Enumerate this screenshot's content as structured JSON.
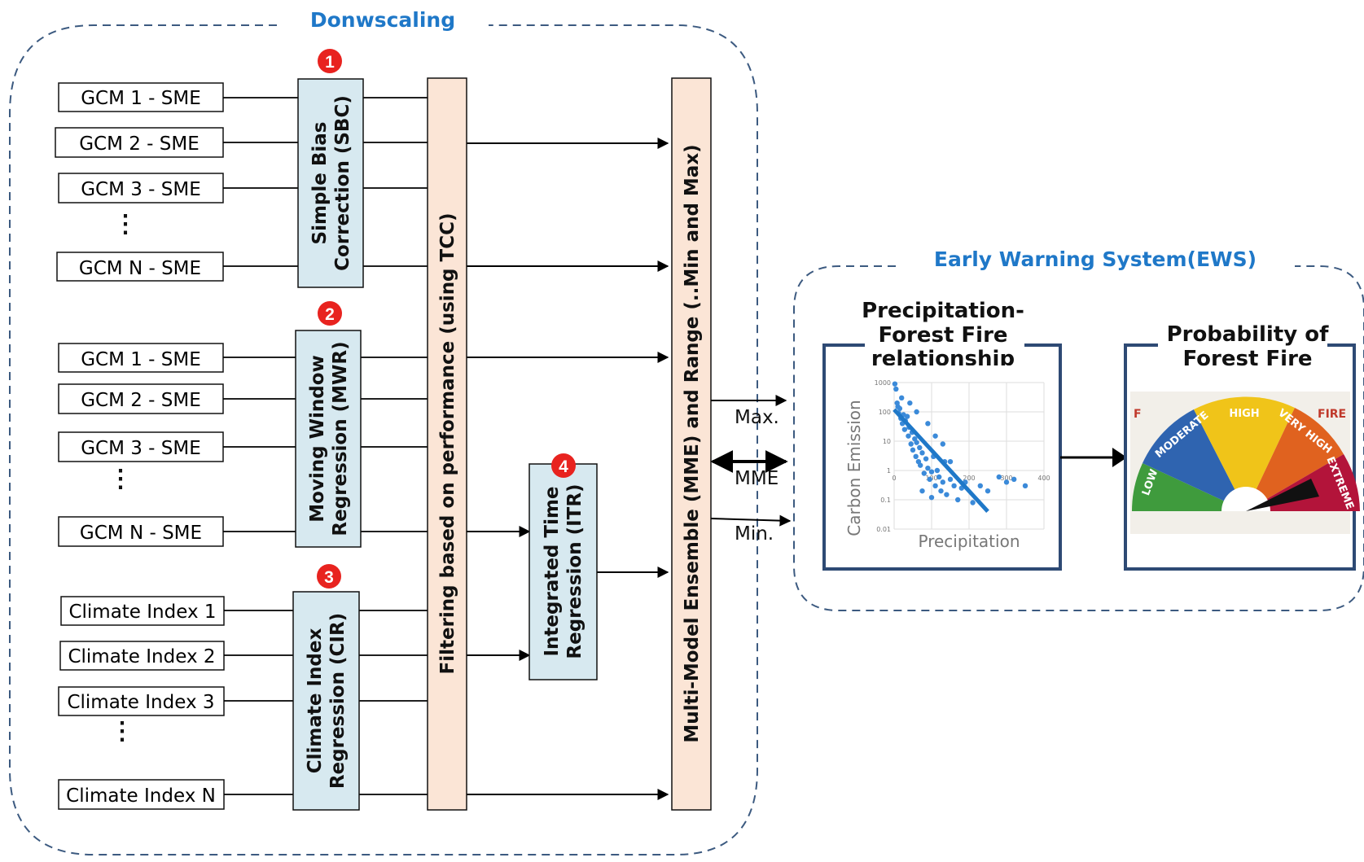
{
  "downscaling": {
    "title": "Donwscaling",
    "gcm_group_1": [
      "GCM 1 - SME",
      "GCM 2 - SME",
      "GCM 3 - SME",
      "GCM N - SME"
    ],
    "gcm_group_2": [
      "GCM 1 - SME",
      "GCM 2 - SME",
      "GCM 3 - SME",
      "GCM N - SME"
    ],
    "climate_indices": [
      "Climate Index 1",
      "Climate Index 2",
      "Climate Index 3",
      "Climate Index N"
    ],
    "methods": {
      "sbc": {
        "number": "1",
        "line1": "Simple Bias",
        "line2": "Correction (SBC)"
      },
      "mwr": {
        "number": "2",
        "line1": "Moving Window",
        "line2": "Regression (MWR)"
      },
      "cir": {
        "number": "3",
        "line1": "Climate Index",
        "line2": "Regression (CIR)"
      },
      "itr": {
        "number": "4",
        "line1": "Integrated Time",
        "line2": "Regression (ITR)"
      }
    },
    "filter_label": "Filtering based on performance (using TCC)",
    "ensemble_label": "Multi-Model Ensemble (MME) and Range (..Min and Max)",
    "outputs": {
      "max": "Max.",
      "mme": "MME",
      "min": "Min."
    }
  },
  "ews": {
    "title": "Early Warning System(EWS)",
    "scatter": {
      "title_lines": [
        "Precipitation-",
        "Forest Fire",
        "relationship"
      ],
      "ylabel": "Carbon Emission",
      "xlabel": "Precipitation",
      "yticks": [
        "1000",
        "100",
        "10",
        "1",
        "0.1",
        "0.01"
      ],
      "xticks": [
        "0",
        "100",
        "200",
        "300",
        "400"
      ]
    },
    "gauge": {
      "title_lines": [
        "Probability of",
        "Forest Fire"
      ],
      "levels": [
        "LOW",
        "MODERATE",
        "HIGH",
        "VERY HIGH",
        "EXTREME"
      ],
      "corner_left": "F",
      "corner_right": "FIRE"
    }
  },
  "colors": {
    "accent": "#1f78c8",
    "method_fill": "#d7e9f0",
    "bar_fill": "#fbe5d6",
    "number_badge": "#e8231f",
    "dash": "#3c5a80"
  },
  "chart_data": {
    "type": "scatter",
    "xlabel": "Precipitation",
    "ylabel": "Carbon Emission",
    "xlim": [
      0,
      400
    ],
    "ylim": [
      0.01,
      1000
    ],
    "yscale": "log",
    "points": [
      [
        2,
        900
      ],
      [
        5,
        600
      ],
      [
        8,
        200
      ],
      [
        10,
        150
      ],
      [
        12,
        90
      ],
      [
        15,
        130
      ],
      [
        18,
        60
      ],
      [
        20,
        300
      ],
      [
        22,
        40
      ],
      [
        25,
        80
      ],
      [
        28,
        25
      ],
      [
        30,
        50
      ],
      [
        35,
        70
      ],
      [
        38,
        15
      ],
      [
        40,
        30
      ],
      [
        45,
        8
      ],
      [
        48,
        20
      ],
      [
        50,
        5
      ],
      [
        55,
        12
      ],
      [
        58,
        3
      ],
      [
        60,
        9
      ],
      [
        65,
        2
      ],
      [
        68,
        6
      ],
      [
        70,
        1.5
      ],
      [
        75,
        4
      ],
      [
        80,
        0.8
      ],
      [
        85,
        2.5
      ],
      [
        90,
        1.2
      ],
      [
        95,
        0.5
      ],
      [
        100,
        0.9
      ],
      [
        105,
        3
      ],
      [
        110,
        0.3
      ],
      [
        115,
        1
      ],
      [
        120,
        0.6
      ],
      [
        125,
        0.2
      ],
      [
        130,
        0.4
      ],
      [
        135,
        2
      ],
      [
        140,
        0.15
      ],
      [
        150,
        0.5
      ],
      [
        160,
        0.3
      ],
      [
        170,
        0.1
      ],
      [
        180,
        0.25
      ],
      [
        190,
        0.4
      ],
      [
        210,
        0.08
      ],
      [
        230,
        0.3
      ],
      [
        250,
        0.2
      ],
      [
        280,
        0.6
      ],
      [
        300,
        0.4
      ],
      [
        320,
        0.5
      ],
      [
        350,
        0.3
      ],
      [
        42,
        200
      ],
      [
        60,
        100
      ],
      [
        90,
        40
      ],
      [
        110,
        15
      ],
      [
        130,
        8
      ],
      [
        150,
        2
      ],
      [
        75,
        0.2
      ],
      [
        100,
        0.12
      ]
    ],
    "trendline": [
      [
        0,
        120
      ],
      [
        250,
        0.04
      ]
    ]
  }
}
